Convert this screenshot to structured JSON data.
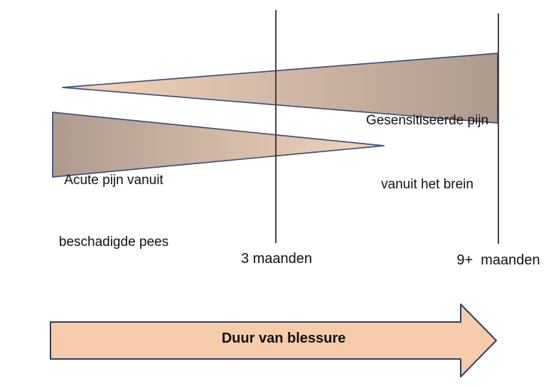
{
  "colors": {
    "background": "#FFFFFF",
    "wedge_light": "#F5D5BE",
    "wedge_dark": "#AE9B8E",
    "wedge_stroke": "#3E5178",
    "marker_line": "#303030",
    "arrow_fill": "#F8CBAB",
    "arrow_stroke": "#2F3E5C",
    "text": "#111111"
  },
  "wedges": {
    "brain": {
      "line1": "Gesensitiseerde pijn",
      "line2": "vanuit het brein"
    },
    "tendon": {
      "line1": "Acute pijn vanuit",
      "line2": "beschadigde pees"
    }
  },
  "timeline": {
    "marker1": "3 maanden",
    "marker2": "9+  maanden"
  },
  "arrow": {
    "label": "Duur van blessure"
  }
}
